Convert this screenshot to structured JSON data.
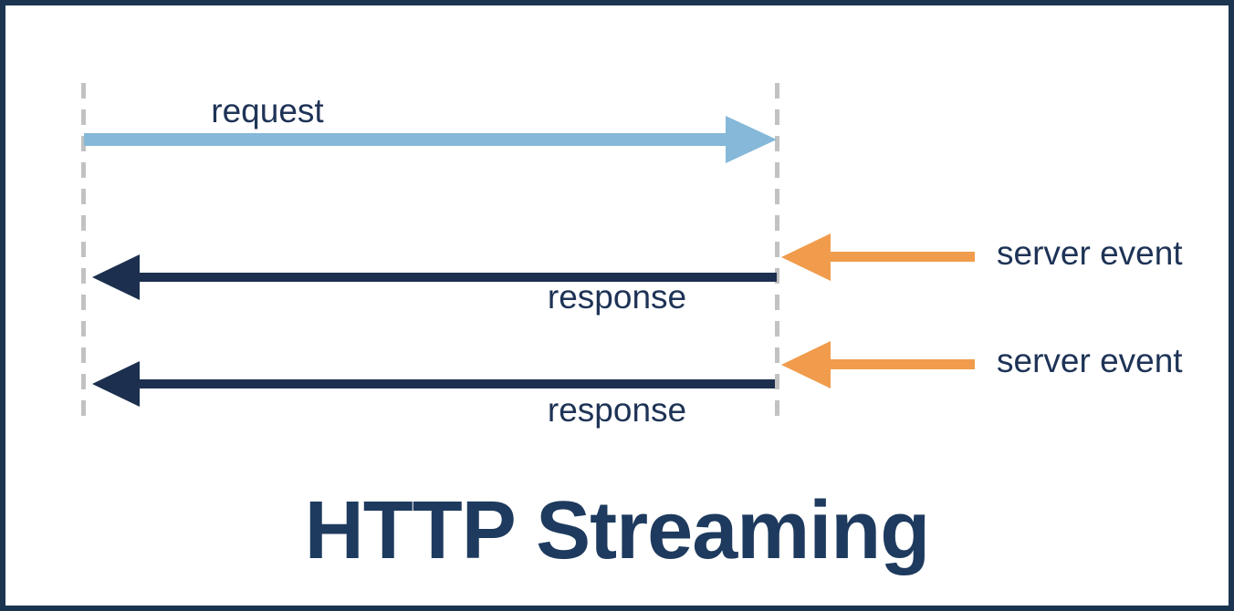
{
  "diagram": {
    "title": "HTTP Streaming",
    "messages": {
      "request": "request",
      "response1": "response",
      "response2": "response",
      "server_event1": "server event",
      "server_event2": "server event"
    }
  },
  "colors": {
    "navy": "#1c2f4e",
    "lightblue": "#85b8d9",
    "orange": "#f09c4c",
    "gray": "#c2c2c2",
    "border": "#1b3551",
    "label": "#1e3356",
    "title": "#1e3a5e"
  }
}
